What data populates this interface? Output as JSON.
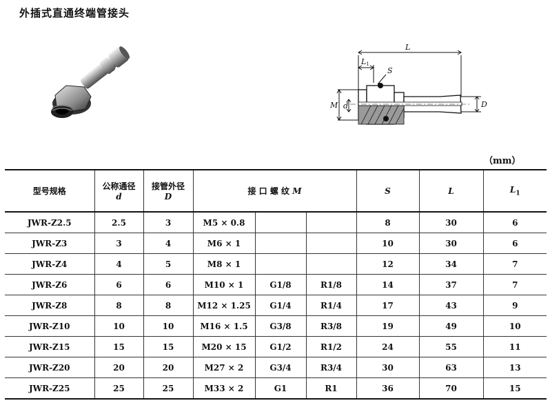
{
  "title": "外插式直通终端管接头",
  "unit": "（mm）",
  "drawing_labels": {
    "L": "L",
    "L1": "L",
    "L1_sub": "1",
    "S": "S",
    "M": "M",
    "d": "d",
    "D": "D"
  },
  "table": {
    "headers": {
      "model": "型号规格",
      "nominal_line1": "公称通径",
      "nominal_sym": "d",
      "outer_line1": "接管外径",
      "outer_sym": "D",
      "thread": "接 口 螺 纹",
      "thread_sym": "M",
      "S": "S",
      "L": "L",
      "L1": "L",
      "L1_sub": "1"
    },
    "rows": [
      {
        "model": "JWR-Z2.5",
        "d": "2.5",
        "D": "3",
        "m1": "M5 × 0.8",
        "m2": "",
        "m3": "",
        "S": "8",
        "L": "30",
        "L1": "6"
      },
      {
        "model": "JWR-Z3",
        "d": "3",
        "D": "4",
        "m1": "M6 × 1",
        "m2": "",
        "m3": "",
        "S": "10",
        "L": "30",
        "L1": "6"
      },
      {
        "model": "JWR-Z4",
        "d": "4",
        "D": "5",
        "m1": "M8 × 1",
        "m2": "",
        "m3": "",
        "S": "12",
        "L": "34",
        "L1": "7"
      },
      {
        "model": "JWR-Z6",
        "d": "6",
        "D": "6",
        "m1": "M10 × 1",
        "m2": "G1/8",
        "m3": "R1/8",
        "S": "14",
        "L": "37",
        "L1": "7"
      },
      {
        "model": "JWR-Z8",
        "d": "8",
        "D": "8",
        "m1": "M12 × 1.25",
        "m2": "G1/4",
        "m3": "R1/4",
        "S": "17",
        "L": "43",
        "L1": "9"
      },
      {
        "model": "JWR-Z10",
        "d": "10",
        "D": "10",
        "m1": "M16 × 1.5",
        "m2": "G3/8",
        "m3": "R3/8",
        "S": "19",
        "L": "49",
        "L1": "10"
      },
      {
        "model": "JWR-Z15",
        "d": "15",
        "D": "15",
        "m1": "M20 × 15",
        "m2": "G1/2",
        "m3": "R1/2",
        "S": "24",
        "L": "55",
        "L1": "11"
      },
      {
        "model": "JWR-Z20",
        "d": "20",
        "D": "20",
        "m1": "M27 × 2",
        "m2": "G3/4",
        "m3": "R3/4",
        "S": "30",
        "L": "63",
        "L1": "13"
      },
      {
        "model": "JWR-Z25",
        "d": "25",
        "D": "25",
        "m1": "M33 × 2",
        "m2": "G1",
        "m3": "R1",
        "S": "36",
        "L": "70",
        "L1": "15"
      }
    ]
  }
}
